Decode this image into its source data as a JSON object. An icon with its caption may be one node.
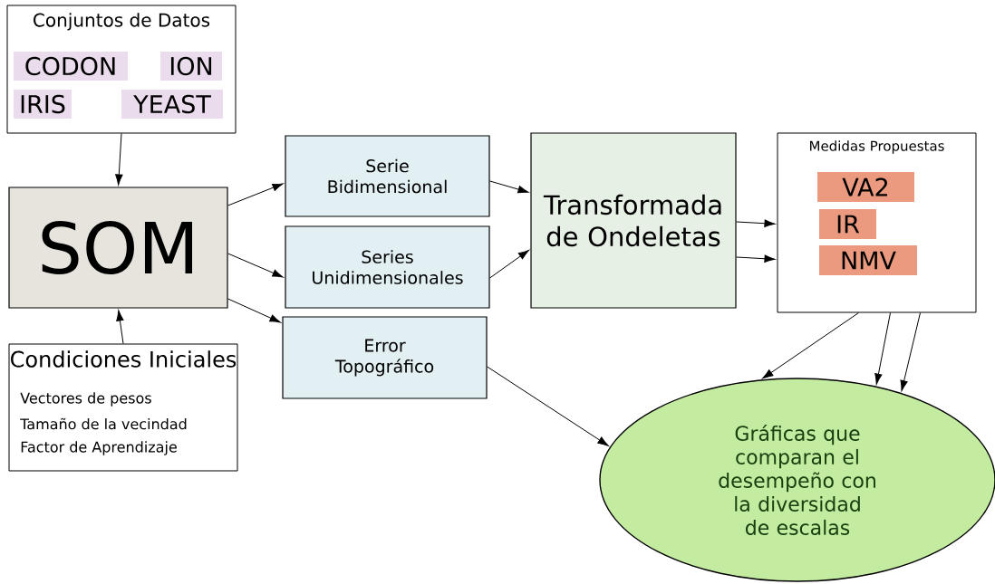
{
  "diagram": {
    "nodes": [
      {
        "text": [
          "Conjuntos de Datos"
        ]
      },
      {
        "text": [
          "CODON"
        ],
        "in": 0
      },
      {
        "text": [
          "ION"
        ],
        "in": 0
      },
      {
        "text": [
          "IRIS"
        ],
        "in": 0
      },
      {
        "text": [
          "YEAST"
        ],
        "in": 0
      },
      {
        "text": [
          "SOM"
        ]
      },
      {
        "text": [
          "Condiciones Iniciales",
          "Vectores de pesos",
          "Tamaño de la vecindad",
          "Factor de Aprendizaje"
        ]
      },
      {
        "text": [
          "Serie Bidimensional"
        ]
      },
      {
        "text": [
          "Series Unidimensionales"
        ]
      },
      {
        "text": [
          "Error Topográfico"
        ]
      },
      {
        "text": [
          "Transformada de Ondeletas"
        ]
      },
      {
        "text": [
          "Medidas Propuestas"
        ]
      },
      {
        "text": [
          "VA2"
        ],
        "in": 11
      },
      {
        "text": [
          "IR"
        ],
        "in": 11
      },
      {
        "text": [
          "NMV"
        ],
        "in": 11
      },
      {
        "text": [
          "Gráficas que comparan el desempeño con la diversidad de escalas"
        ]
      }
    ],
    "edges": [
      {
        "from": 0,
        "to": 5,
        "arrow": "to"
      },
      {
        "from": 6,
        "to": 5,
        "arrow": "to"
      },
      {
        "from": 5,
        "to": 7,
        "arrow": "to"
      },
      {
        "from": 5,
        "to": 8,
        "arrow": "to"
      },
      {
        "from": 5,
        "to": 9,
        "arrow": "to"
      },
      {
        "from": 7,
        "to": 10,
        "arrow": "to"
      },
      {
        "from": 8,
        "to": 10,
        "arrow": "to"
      },
      {
        "from": 10,
        "to": 11,
        "arrow": "to"
      },
      {
        "from": 10,
        "to": 11,
        "arrow": "to"
      },
      {
        "from": 11,
        "to": 15,
        "arrow": "to"
      },
      {
        "from": 11,
        "to": 15,
        "arrow": "to"
      },
      {
        "from": 11,
        "to": 15,
        "arrow": "to"
      },
      {
        "from": 9,
        "to": 15,
        "arrow": "to"
      }
    ]
  }
}
